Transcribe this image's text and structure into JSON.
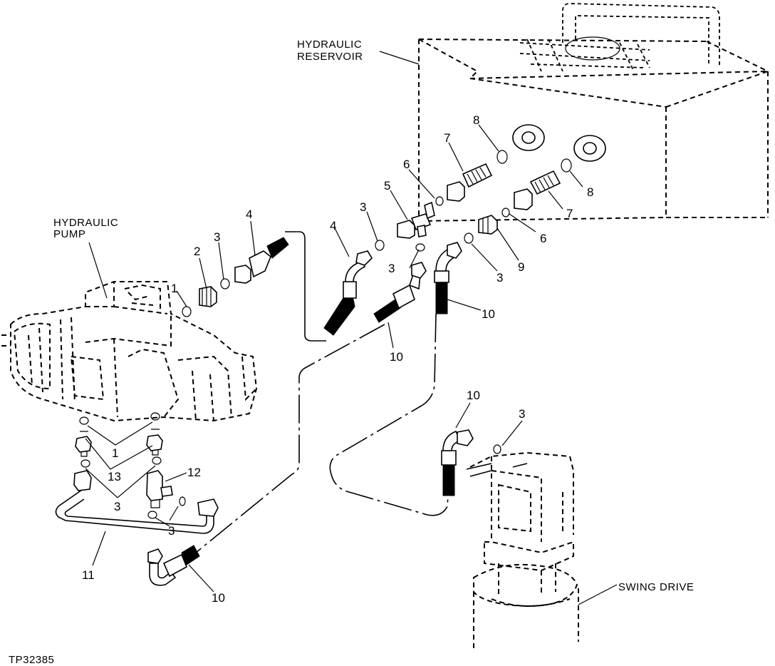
{
  "figure_id": "TP32385",
  "components": {
    "reservoir": "HYDRAULIC RESERVOIR",
    "reservoir_line1": "HYDRAULIC",
    "reservoir_line2": "RESERVOIR",
    "pump_line1": "HYDRAULIC",
    "pump_line2": "PUMP",
    "swing_drive": "SWING DRIVE"
  },
  "callouts": {
    "c1_a": "1",
    "c2": "2",
    "c3_a": "3",
    "c4_a": "4",
    "c4_b": "4",
    "c3_b": "3",
    "c5": "5",
    "c6_a": "6",
    "c7_a": "7",
    "c8_a": "8",
    "c3_c": "3",
    "c10_a": "10",
    "c8_b": "8",
    "c7_b": "7",
    "c6_b": "6",
    "c9": "9",
    "c3_d": "3",
    "c10_b": "10",
    "c10_c": "10",
    "c3_e": "3",
    "c1_b": "1",
    "c13": "13",
    "c12": "12",
    "c3_f": "3",
    "c3_g": "3",
    "c11": "11",
    "c10_d": "10"
  },
  "colors": {
    "ink": "#000000",
    "paper": "#ffffff"
  }
}
